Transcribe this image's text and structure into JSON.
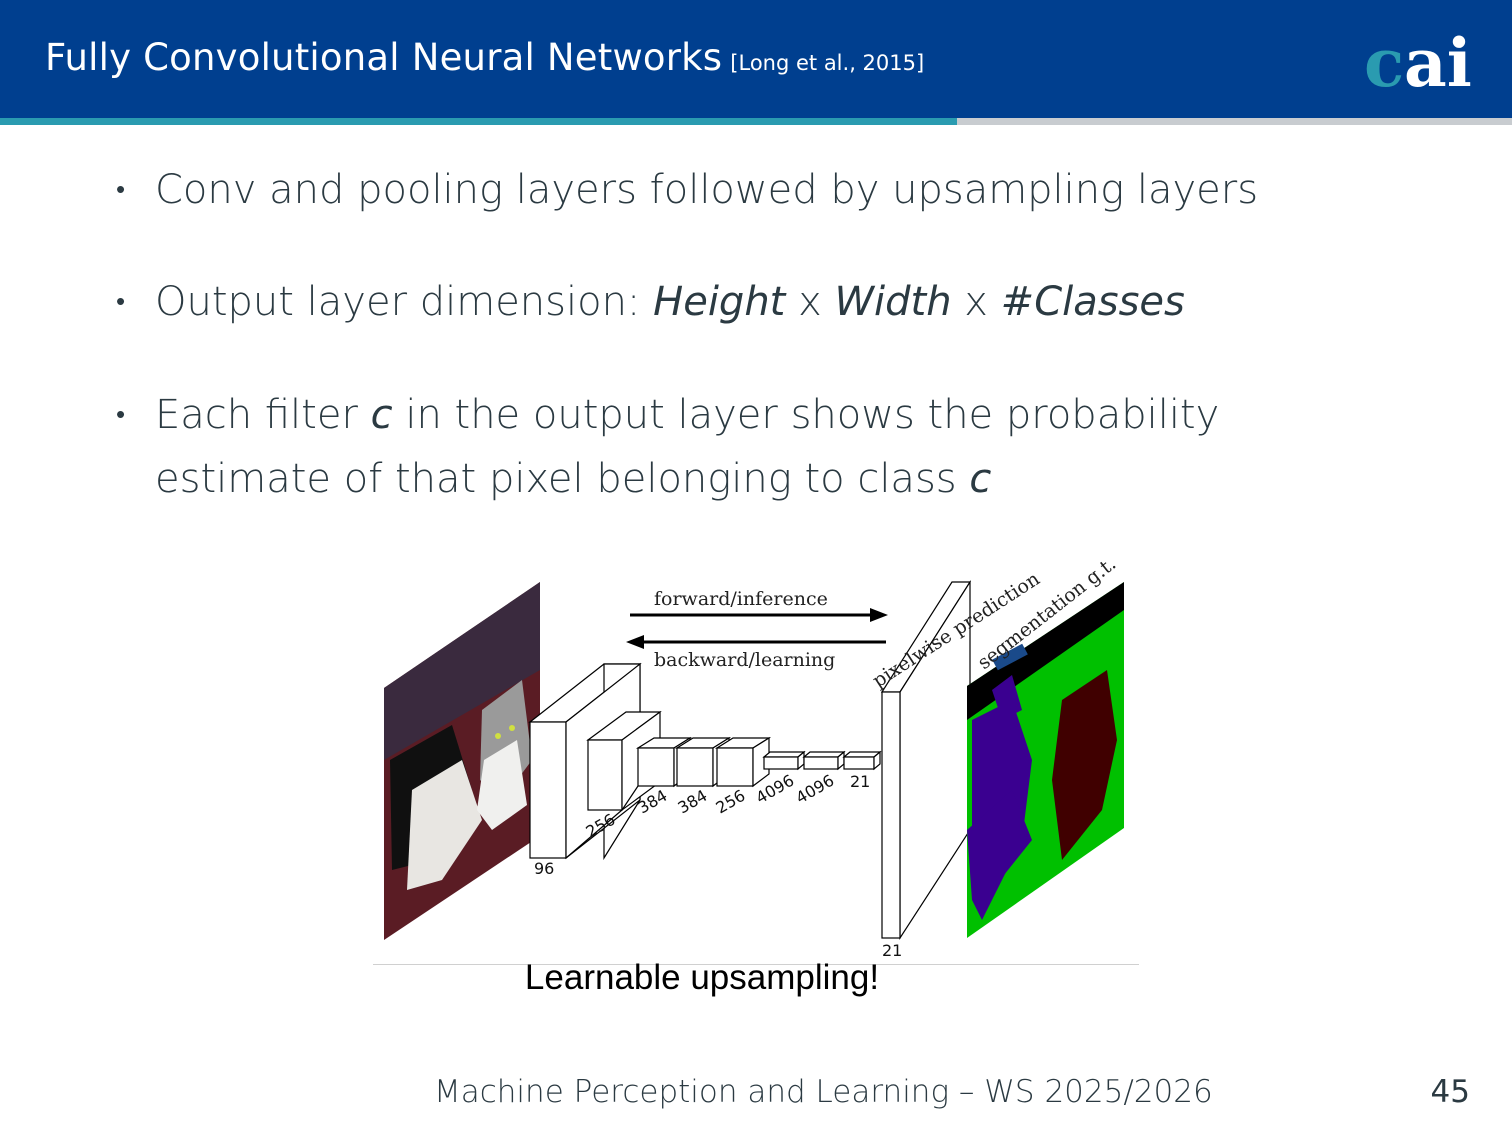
{
  "header": {
    "title": "Fully Convolutional Neural Networks",
    "citation": "[Long et al., 2015]",
    "logo": "cai",
    "colors": {
      "bar": "#003f8f",
      "accent": "#2a9bb0",
      "logo_c": "#2a9bb0",
      "logo_ai": "#ffffff"
    }
  },
  "bullets": [
    {
      "parts": [
        "Conv and pooling layers followed by upsampling layers"
      ]
    },
    {
      "prefix": "Output layer dimension: ",
      "h": "Height",
      "x1": " x ",
      "w": "Width",
      "x2": " x ",
      "c": "#Classes"
    },
    {
      "line1a": "Each filter ",
      "line1b": "c",
      "line1c": " in the output layer shows the probability",
      "line2a": "estimate of that pixel belonging to class ",
      "line2b": "c"
    }
  ],
  "figure": {
    "arrow_forward": "forward/inference",
    "arrow_backward": "backward/learning",
    "label_prediction": "pixelwise prediction",
    "label_gt": "segmentation g.t.",
    "layer_labels": [
      "96",
      "256",
      "384",
      "384",
      "256",
      "4096",
      "4096",
      "21"
    ],
    "output_label": "21",
    "caption": "Learnable upsampling!"
  },
  "footer": {
    "course": "Machine Perception and Learning – WS 2025/2026",
    "page": "45"
  }
}
